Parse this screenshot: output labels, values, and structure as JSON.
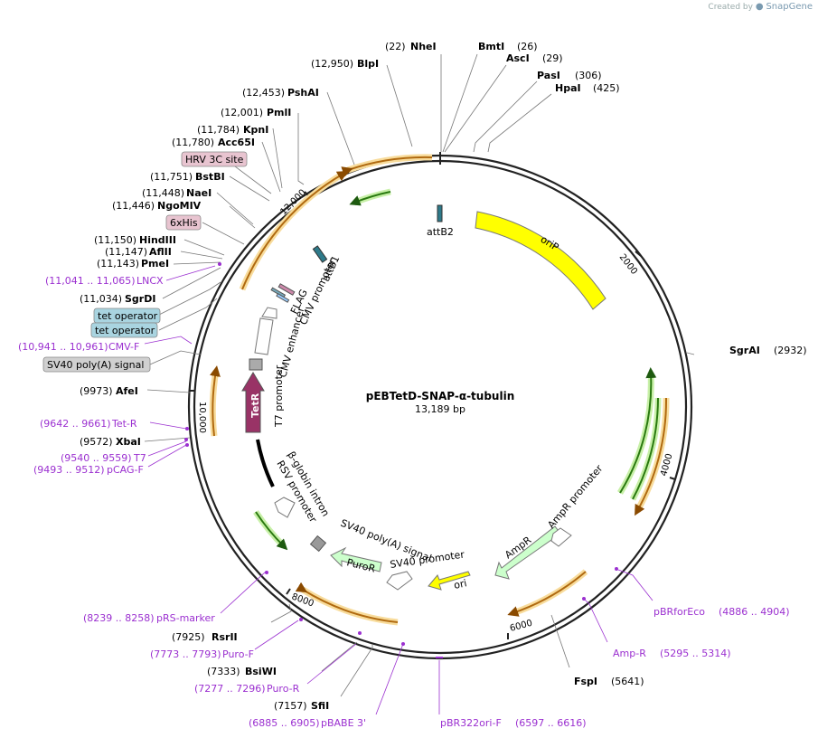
{
  "credit": {
    "prefix": "Created by",
    "brand": "SnapGene"
  },
  "plasmid": {
    "name": "pEBTetD-SNAP-α-tubulin",
    "length_label": "13,189 bp"
  },
  "ticks": [
    "2000",
    "4000",
    "6000",
    "8000",
    "10,000",
    "12,000"
  ],
  "sites": [
    {
      "pos": "(22)",
      "name": "NheI"
    },
    {
      "pos": "(26)",
      "name": "BmtI"
    },
    {
      "pos": "(29)",
      "name": "AscI"
    },
    {
      "pos": "(306)",
      "name": "PasI"
    },
    {
      "pos": "(425)",
      "name": "HpaI"
    },
    {
      "pos": "(2932)",
      "name": "SgrAI"
    },
    {
      "pos": "(5641)",
      "name": "FspI"
    },
    {
      "pos": "(7157)",
      "name": "SfiI"
    },
    {
      "pos": "(7333)",
      "name": "BsiWI"
    },
    {
      "pos": "(7925)",
      "name": "RsrII"
    },
    {
      "pos": "(9572)",
      "name": "XbaI"
    },
    {
      "pos": "(9973)",
      "name": "AfeI"
    },
    {
      "pos": "(11,034)",
      "name": "SgrDI"
    },
    {
      "pos": "(11,143)",
      "name": "PmeI"
    },
    {
      "pos": "(11,147)",
      "name": "AflII"
    },
    {
      "pos": "(11,150)",
      "name": "HindIII"
    },
    {
      "pos": "(11,446)",
      "name": "NgoMIV"
    },
    {
      "pos": "(11,448)",
      "name": "NaeI"
    },
    {
      "pos": "(11,751)",
      "name": "BstBI"
    },
    {
      "pos": "(11,780)",
      "name": "Acc65I"
    },
    {
      "pos": "(11,784)",
      "name": "KpnI"
    },
    {
      "pos": "(12,001)",
      "name": "PmlI"
    },
    {
      "pos": "(12,453)",
      "name": "PshAI"
    },
    {
      "pos": "(12,950)",
      "name": "BlpI"
    }
  ],
  "primers": [
    {
      "range": "(4886 .. 4904)",
      "name": "pBRforEco"
    },
    {
      "range": "(5295 .. 5314)",
      "name": "Amp-R"
    },
    {
      "range": "(6597 .. 6616)",
      "name": "pBR322ori-F"
    },
    {
      "range": "(6885 .. 6905)",
      "name": "pBABE 3'"
    },
    {
      "range": "(7277 .. 7296)",
      "name": "Puro-R"
    },
    {
      "range": "(7773 .. 7793)",
      "name": "Puro-F"
    },
    {
      "range": "(8239 .. 8258)",
      "name": "pRS-marker"
    },
    {
      "range": "(9493 .. 9512)",
      "name": "pCAG-F"
    },
    {
      "range": "(9540 .. 9559)",
      "name": "T7"
    },
    {
      "range": "(9642 .. 9661)",
      "name": "Tet-R"
    },
    {
      "range": "(10,941 .. 10,961)",
      "name": "CMV-F"
    },
    {
      "range": "(11,041 .. 11,065)",
      "name": "LNCX"
    }
  ],
  "boxed_labels": [
    {
      "text": "HRV 3C site",
      "kind": "pink"
    },
    {
      "text": "6xHis",
      "kind": "pink"
    },
    {
      "text": "tet operator",
      "kind": "blue"
    },
    {
      "text": "tet operator",
      "kind": "blue"
    },
    {
      "text": "SV40 poly(A) signal",
      "kind": "gray"
    }
  ],
  "features": {
    "oriP": "oriP",
    "AmpR": "AmpR",
    "AmpR_promoter": "AmpR promoter",
    "ori": "ori",
    "SV40_promoter": "SV40 promoter",
    "PuroR": "PuroR",
    "SV40_polyA": "SV40 poly(A) signal",
    "RSV_promoter": "RSV promoter",
    "beta_globin": "β-globin intron",
    "TetR": "TetR",
    "T7_promoter": "T7 promoter",
    "CMV_enhancer": "CMV enhancer",
    "CMV_promoter": "CMV promoter",
    "FLAG": "FLAG",
    "attB1": "attB1",
    "attB2": "attB2"
  },
  "colors": {
    "oriP": "#ffff00",
    "ampR": "#ccffcc",
    "ori": "#ffff00",
    "puroR": "#ccffcc",
    "tetR": "#993366",
    "orf_orange": "#f0b040",
    "orf_green": "#3a9a20",
    "primer": "#9b30d0",
    "box_pink": "#e8c4d0",
    "box_blue": "#a9d4e0",
    "box_gray": "#d0d0d0"
  }
}
